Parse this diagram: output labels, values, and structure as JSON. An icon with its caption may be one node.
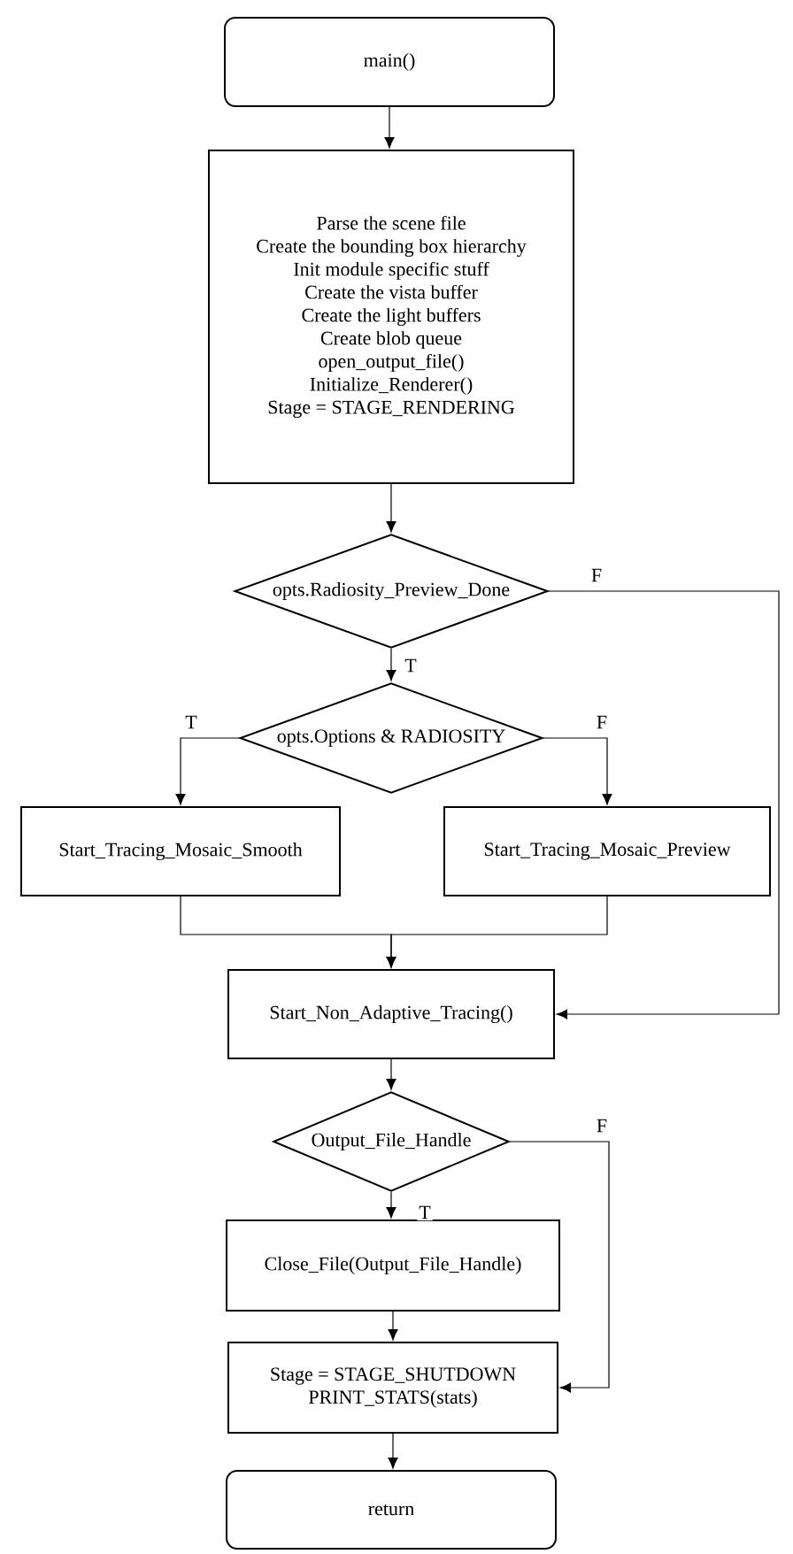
{
  "diagram": {
    "nodes": [
      {
        "text": [
          "main()"
        ]
      },
      {
        "text": [
          "Parse the scene file",
          "Create the bounding box hierarchy",
          "Init module specific stuff",
          "Create the vista buffer",
          "Create the light buffers",
          "Create blob queue",
          "open_output_file()",
          "Initialize_Renderer()",
          "Stage = STAGE_RENDERING"
        ]
      },
      {
        "text": [
          "opts.Radiosity_Preview_Done"
        ]
      },
      {
        "text": [
          "opts.Options & RADIOSITY"
        ]
      },
      {
        "text": [
          "Start_Tracing_Mosaic_Smooth"
        ]
      },
      {
        "text": [
          "Start_Tracing_Mosaic_Preview"
        ]
      },
      {
        "text": [
          "Start_Non_Adaptive_Tracing()"
        ]
      },
      {
        "text": [
          "Output_File_Handle"
        ]
      },
      {
        "text": [
          "Close_File(Output_File_Handle)"
        ]
      },
      {
        "text": [
          "Stage = STAGE_SHUTDOWN",
          "PRINT_STATS(stats)"
        ]
      },
      {
        "text": [
          "return"
        ]
      }
    ],
    "edges": [
      {
        "from": 0,
        "to": 1,
        "arrow": "to"
      },
      {
        "from": 1,
        "to": 2,
        "arrow": "to"
      },
      {
        "from": 2,
        "to": 3,
        "arrow": "to",
        "label": "T"
      },
      {
        "from": 2,
        "to": 6,
        "arrow": "to",
        "label": "F"
      },
      {
        "from": 3,
        "to": 4,
        "arrow": "to",
        "label": "T"
      },
      {
        "from": 3,
        "to": 5,
        "arrow": "to",
        "label": "F"
      },
      {
        "from": 4,
        "to": 6,
        "arrow": "to"
      },
      {
        "from": 5,
        "to": 6,
        "arrow": "to"
      },
      {
        "from": 6,
        "to": 7,
        "arrow": "to"
      },
      {
        "from": 7,
        "to": 8,
        "arrow": "to",
        "label": "T"
      },
      {
        "from": 7,
        "to": 9,
        "arrow": "to",
        "label": "F"
      },
      {
        "from": 8,
        "to": 9,
        "arrow": "to"
      },
      {
        "from": 9,
        "to": 10,
        "arrow": "to"
      }
    ]
  }
}
